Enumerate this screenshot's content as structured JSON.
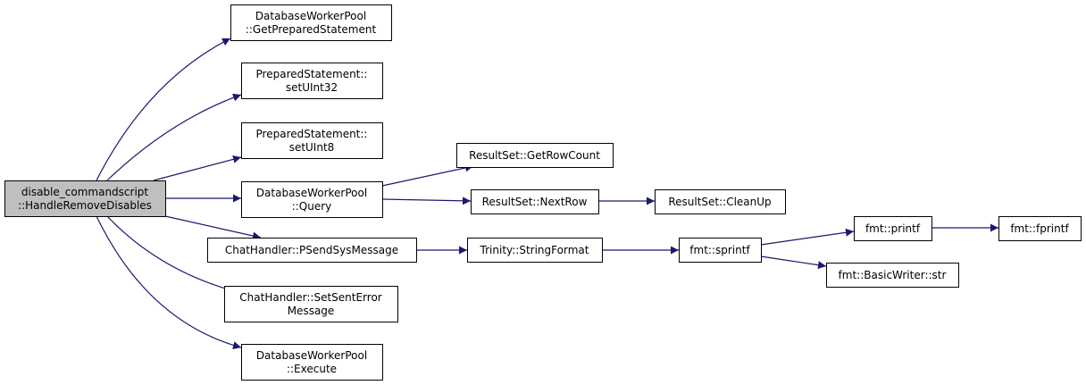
{
  "colors": {
    "root_fill": "#bfbfbf",
    "node_fill": "#ffffff",
    "node_stroke": "#000000",
    "edge": "#191970"
  },
  "nodes": [
    {
      "id": "root",
      "lines": [
        "disable_commandscript",
        "::HandleRemoveDisables"
      ],
      "root": true,
      "interactable": false
    },
    {
      "id": "get_prepared_statement",
      "lines": [
        "DatabaseWorkerPool",
        "::GetPreparedStatement"
      ],
      "interactable": true
    },
    {
      "id": "set_uint32",
      "lines": [
        "PreparedStatement::",
        "setUInt32"
      ],
      "interactable": true
    },
    {
      "id": "set_uint8",
      "lines": [
        "PreparedStatement::",
        "setUInt8"
      ],
      "interactable": true
    },
    {
      "id": "query",
      "lines": [
        "DatabaseWorkerPool",
        "::Query"
      ],
      "interactable": true
    },
    {
      "id": "psend_sys_message",
      "lines": [
        "ChatHandler::PSendSysMessage"
      ],
      "interactable": true
    },
    {
      "id": "set_sent_error_message",
      "lines": [
        "ChatHandler::SetSentError",
        "Message"
      ],
      "interactable": true
    },
    {
      "id": "execute",
      "lines": [
        "DatabaseWorkerPool",
        "::Execute"
      ],
      "interactable": true
    },
    {
      "id": "get_row_count",
      "lines": [
        "ResultSet::GetRowCount"
      ],
      "interactable": true
    },
    {
      "id": "next_row",
      "lines": [
        "ResultSet::NextRow"
      ],
      "interactable": true
    },
    {
      "id": "clean_up",
      "lines": [
        "ResultSet::CleanUp"
      ],
      "interactable": true
    },
    {
      "id": "string_format",
      "lines": [
        "Trinity::StringFormat"
      ],
      "interactable": true
    },
    {
      "id": "sprintf",
      "lines": [
        "fmt::sprintf"
      ],
      "interactable": true
    },
    {
      "id": "printf",
      "lines": [
        "fmt::printf"
      ],
      "interactable": true
    },
    {
      "id": "basic_writer_str",
      "lines": [
        "fmt::BasicWriter::str"
      ],
      "interactable": true
    },
    {
      "id": "fprintf",
      "lines": [
        "fmt::fprintf"
      ],
      "interactable": true
    }
  ],
  "edges": [
    {
      "from": "root",
      "to": "get_prepared_statement"
    },
    {
      "from": "root",
      "to": "set_uint32"
    },
    {
      "from": "root",
      "to": "set_uint8"
    },
    {
      "from": "root",
      "to": "query"
    },
    {
      "from": "root",
      "to": "psend_sys_message"
    },
    {
      "from": "root",
      "to": "set_sent_error_message"
    },
    {
      "from": "root",
      "to": "execute"
    },
    {
      "from": "query",
      "to": "get_row_count"
    },
    {
      "from": "query",
      "to": "next_row"
    },
    {
      "from": "next_row",
      "to": "clean_up"
    },
    {
      "from": "psend_sys_message",
      "to": "string_format"
    },
    {
      "from": "string_format",
      "to": "sprintf"
    },
    {
      "from": "sprintf",
      "to": "printf"
    },
    {
      "from": "sprintf",
      "to": "basic_writer_str"
    },
    {
      "from": "printf",
      "to": "fprintf"
    }
  ]
}
